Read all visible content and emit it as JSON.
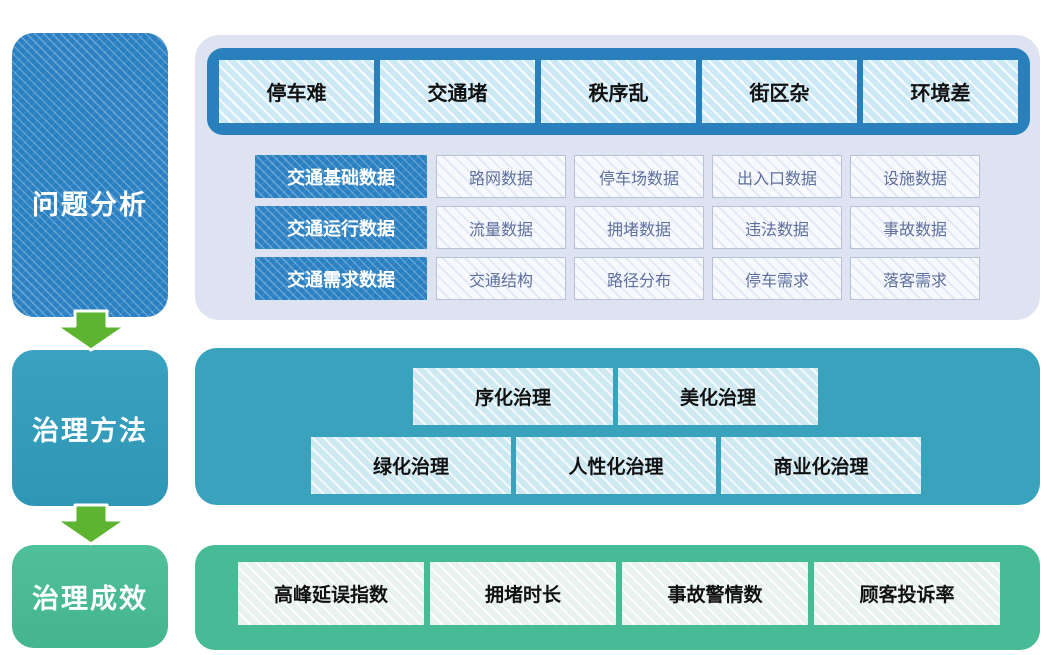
{
  "left_stages": {
    "problem": "问题分析",
    "method": "治理方法",
    "effect": "治理成效"
  },
  "analysis": {
    "problems": [
      "停车难",
      "交通堵",
      "秩序乱",
      "街区杂",
      "环境差"
    ],
    "data_rows": [
      {
        "category": "交通基础数据",
        "items": [
          "路网数据",
          "停车场数据",
          "出入口数据",
          "设施数据"
        ]
      },
      {
        "category": "交通运行数据",
        "items": [
          "流量数据",
          "拥堵数据",
          "违法数据",
          "事故数据"
        ]
      },
      {
        "category": "交通需求数据",
        "items": [
          "交通结构",
          "路径分布",
          "停车需求",
          "落客需求"
        ]
      }
    ]
  },
  "methods": {
    "row1": [
      "序化治理",
      "美化治理"
    ],
    "row2": [
      "绿化治理",
      "人性化治理",
      "商业化治理"
    ]
  },
  "effects": {
    "metrics": [
      "高峰延误指数",
      "拥堵时长",
      "事故警情数",
      "顾客投诉率"
    ]
  },
  "colors": {
    "stage_blue": "#2a80c2",
    "stage_teal": "#35a0bf",
    "stage_green": "#4cbb94",
    "arrow_green": "#5cb431",
    "header_bar_blue": "#2980bd",
    "panel_lavender": "#dde3f0",
    "panel_teal": "#39a3bd",
    "panel_green": "#46bb96",
    "light_blue_box": "#cde9f6",
    "data_box_text": "#5e6f9d"
  }
}
